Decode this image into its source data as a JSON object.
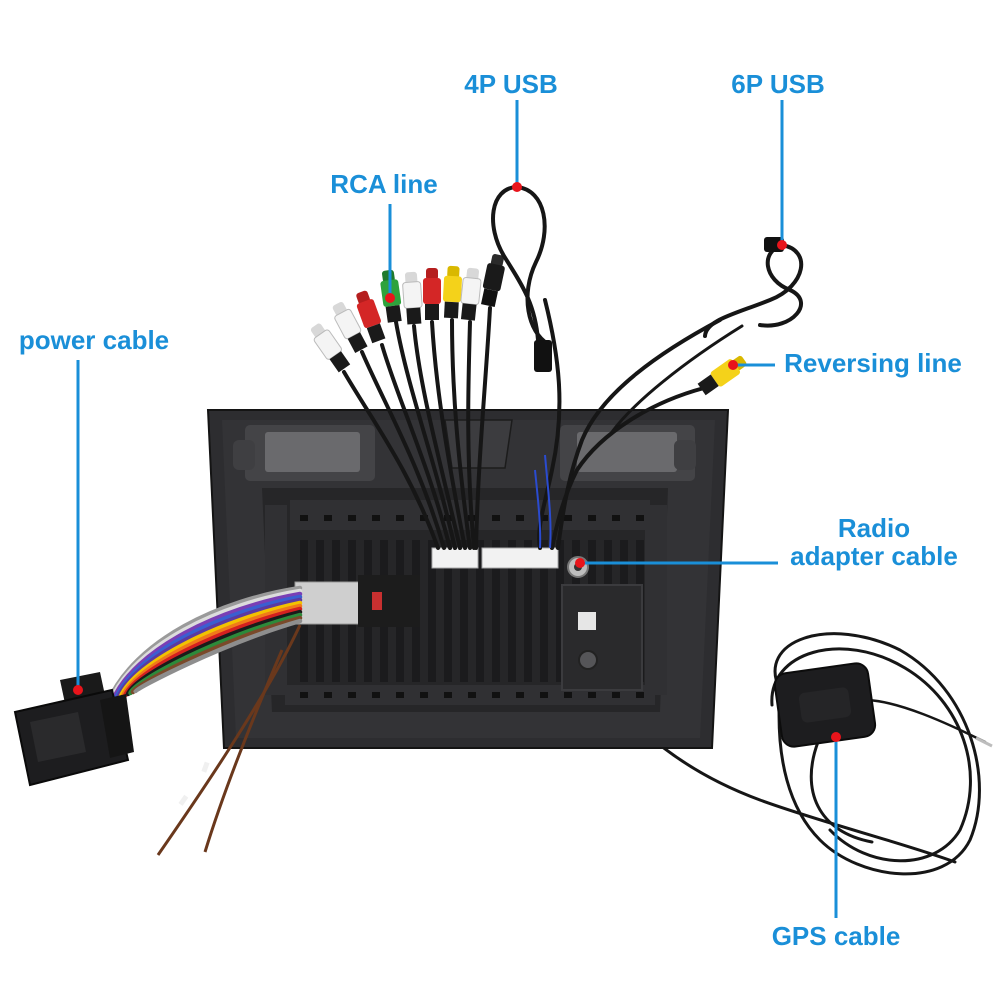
{
  "callouts": {
    "usb4": "4P USB",
    "usb6": "6P USB",
    "rca": "RCA line",
    "power": "power cable",
    "reversing": "Reversing line",
    "radio_line1": "Radio",
    "radio_line2": "adapter cable",
    "gps": "GPS cable"
  },
  "colors": {
    "callout_text": "#1a8fd8",
    "callout_line": "#1a8fd8",
    "callout_marker": "#e8141b",
    "device_body": "#2d2d30"
  },
  "harness": {
    "wire_colors": [
      "#9a9a9a",
      "#dcdcdc",
      "#7a3fb5",
      "#3a5fd0",
      "#5b3aa0",
      "#f2c200",
      "#f07a1a",
      "#d42020",
      "#1b1b1b",
      "#2c8a3a",
      "#7a4a2a",
      "#8e8e8e"
    ]
  }
}
